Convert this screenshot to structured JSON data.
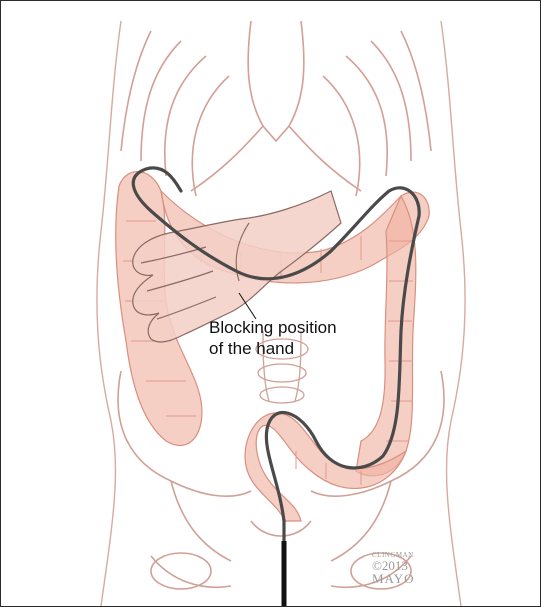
{
  "figure": {
    "annotation": {
      "line1": "Blocking position",
      "line2": "of the hand"
    },
    "signature": {
      "artist": "CLINGMAN",
      "year": "©2013",
      "org": "MAYO"
    }
  },
  "colors": {
    "outline": "#c9968c",
    "colon_fill": "#f0b3a4",
    "colon_shade": "#e39a8b",
    "skin": "#f3cfc5",
    "hand_line": "#8a6a62",
    "scope": "#4a4a4a",
    "scope_tip": "#111111",
    "frame": "#2b2b2b"
  }
}
